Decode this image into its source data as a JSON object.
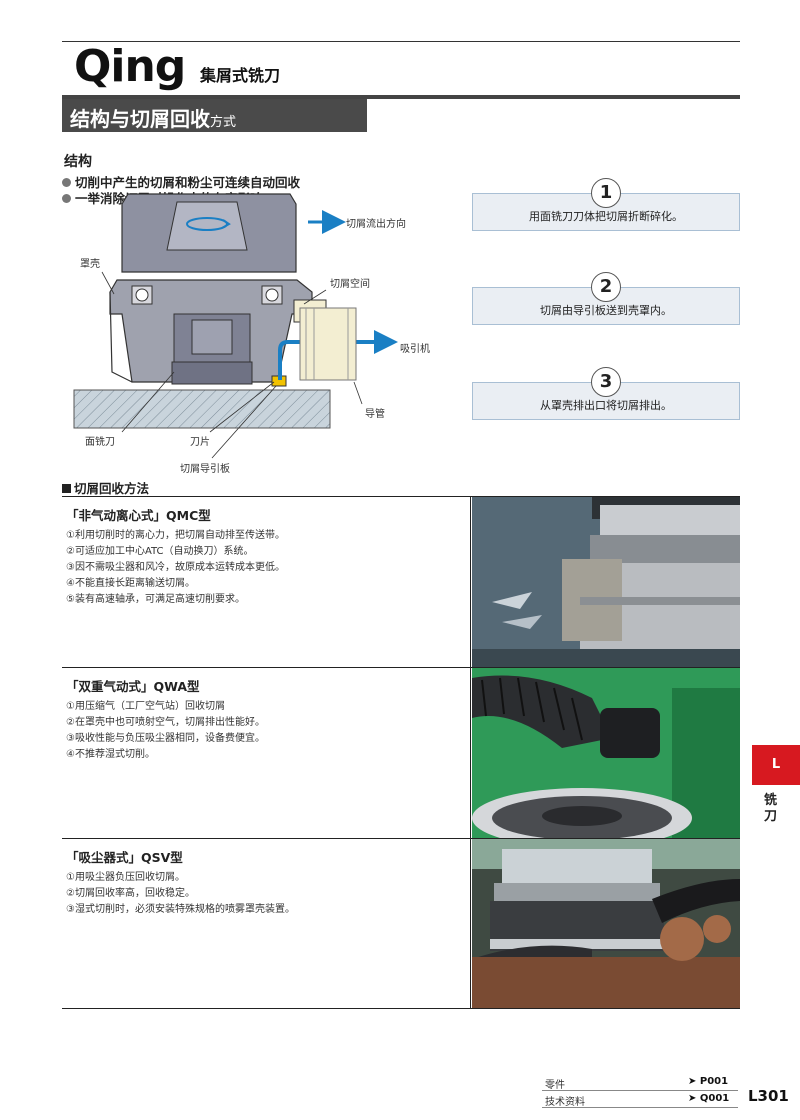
{
  "header": {
    "brand": "Qing",
    "subtitle": "集屑式铣刀",
    "section_title": "结构与切屑回收",
    "section_suffix": "方式"
  },
  "structure": {
    "heading": "结构",
    "bullets": [
      "切削中产生的切屑和粉尘可连续自动回收",
      "一举消除切屑对操作中的有害影响"
    ],
    "labels": {
      "flow": "切屑流出方向",
      "cover": "罩壳",
      "space": "切屑空间",
      "suction": "吸引机",
      "pipe": "导管",
      "cutter": "面铣刀",
      "blade": "刀片",
      "guide": "切屑导引板"
    },
    "steps": [
      {
        "num": "1",
        "text": "用面铣刀刀体把切屑折断碎化。"
      },
      {
        "num": "2",
        "text": "切屑由导引板送到壳罩内。"
      },
      {
        "num": "3",
        "text": "从罩壳排出口将切屑排出。"
      }
    ]
  },
  "methods": {
    "heading": "切屑回收方法",
    "items": [
      {
        "title": "「非气动离心式」QMC型",
        "lines": [
          "①利用切削时的离心力，把切屑自动排至传送带。",
          "②可适应加工中心ATC（自动换刀）系统。",
          "③因不需吸尘器和风冷，故原成本运转成本更低。",
          "④不能直接长距离输送切屑。",
          "⑤装有高速轴承，可满足高速切削要求。"
        ]
      },
      {
        "title": "「双重气动式」QWA型",
        "lines": [
          "①用压缩气（工厂空气站）回收切屑",
          "②在罩壳中也可喷射空气，切屑排出性能好。",
          "③吸收性能与负压吸尘器相同，设备费便宜。",
          "④不推荐湿式切削。"
        ]
      },
      {
        "title": "「吸尘器式」QSV型",
        "lines": [
          "①用吸尘器负压回收切屑。",
          "②切屑回收率高，回收稳定。",
          "③湿式切削时，必须安装特殊规格的喷雾罩壳装置。"
        ]
      }
    ]
  },
  "side_tab": {
    "letter": "L",
    "text": "铣刀"
  },
  "footer": {
    "rows": [
      {
        "label": "零件",
        "code": "➤ P001"
      },
      {
        "label": "技术资料",
        "code": "➤ Q001"
      }
    ],
    "page": "L301"
  }
}
